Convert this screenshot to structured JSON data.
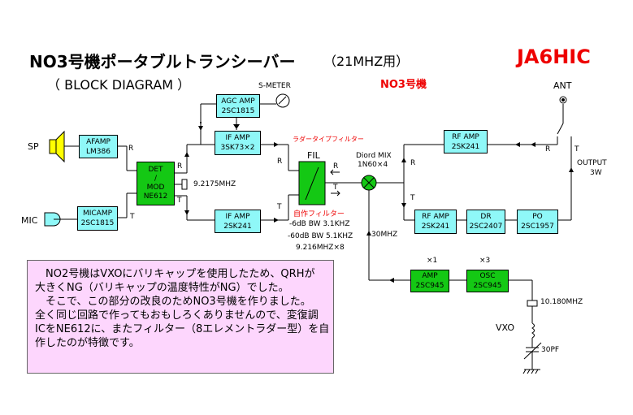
{
  "header": {
    "title": "NO3号機ポータブルトランシーバー",
    "subtitle": "（21MHZ用）",
    "subtitle2": "（ BLOCK DIAGRAM ）",
    "callsign": "JA6HIC",
    "model": "NO3号機"
  },
  "blocks": {
    "agc": [
      "AGC AMP",
      "2SC1815"
    ],
    "ifamp1": [
      "IF AMP",
      "3SK73×2"
    ],
    "afamp": [
      "AFAMP",
      "LM386"
    ],
    "det": [
      "DET",
      "/",
      "MOD",
      "NE612"
    ],
    "micamp": [
      "MICAMP",
      "2SC1815"
    ],
    "ifamp2": [
      "IF AMP",
      "2SK241"
    ],
    "rfamp1": [
      "RF AMP",
      "2SK241"
    ],
    "rfamp2": [
      "RF AMP",
      "2SK241"
    ],
    "dr": [
      "DR",
      "2SC2407"
    ],
    "po": [
      "PO",
      "2SC1957"
    ],
    "amp": [
      "AMP",
      "2SC945"
    ],
    "osc": [
      "OSC",
      "2SC945"
    ]
  },
  "labels": {
    "s_meter": "S-METER",
    "sp": "SP",
    "mic": "MIC",
    "ant": "ANT",
    "output": "OUTPUT",
    "output_power": "3W",
    "carrier_freq": "9.2175MHZ",
    "ladder_filter": "ラダータイプフィルター",
    "fil": "FIL",
    "homemade_filter": "自作フィルター",
    "bw1": "-6dB BW 3.1KHZ",
    "bw2": "-60dB BW 5.1KHZ",
    "crystal_spec": "9.216MHZ×8",
    "diode_mix": "Diord MIX",
    "diode_mix_part": "1N60×4",
    "lo_freq": "30MHZ",
    "mult1": "×1",
    "mult3": "×3",
    "xtal": "10.180MHZ",
    "vxo": "VXO",
    "cap": "30PF",
    "r1": "R",
    "t1": "T",
    "r2": "R",
    "t2": "T",
    "r3": "R",
    "t3": "T",
    "r4": "R",
    "t4": "T",
    "r5": "R",
    "t5": "T",
    "sw_r": "R",
    "sw_t": "T"
  },
  "note": {
    "lines": [
      "　NO2号機はVXOにバリキャップを使用したため、QRHが",
      "大きくNG（バリキャップの温度特性がNG）でした。",
      "",
      "　そこで、この部分の改良のためNO3号機を作りました。",
      "全く同じ回路で作ってもおもしろくありませんので、変復調",
      "ICをNE612に、またフィルター（8エレメントラダー型）を自",
      "作したのが特徴です。"
    ]
  },
  "colors": {
    "block_cyan": "#8ff8f8",
    "block_green": "#14c814",
    "note_bg": "#fdd6fd",
    "accent_red": "#ee0000"
  }
}
